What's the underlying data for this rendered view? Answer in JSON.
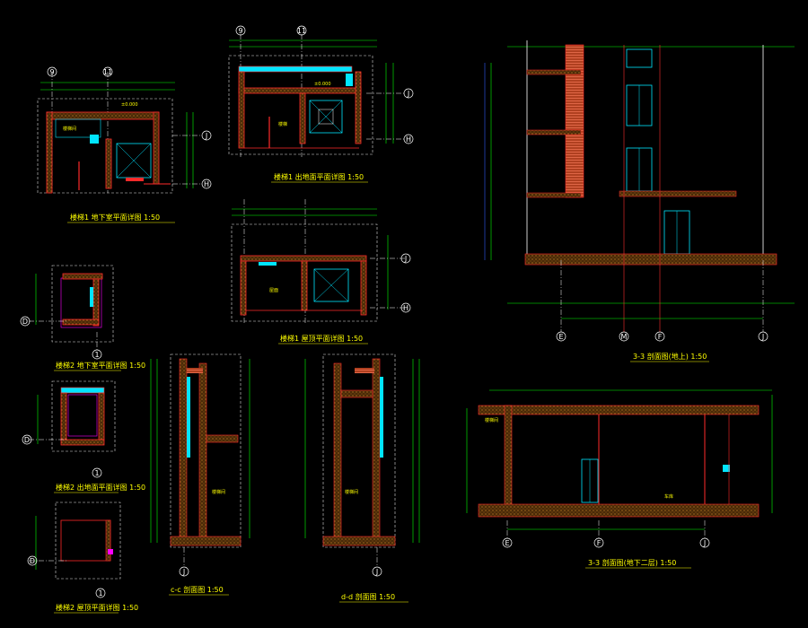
{
  "sheet": {
    "background": "#000000",
    "colors": {
      "wall": "#ff2a2a",
      "hatch": "#c8781e",
      "dimension": "#00ff00",
      "dimension_text": "#ffff00",
      "axis": "#ffffff",
      "window": "#00e5ff",
      "outline": "#ff00ff",
      "boundary": "#dddddd",
      "section_line": "#ff3030",
      "blue_line": "#3060ff"
    }
  },
  "titles": {
    "basement_plan": "楼梯1 地下室平面详图 1:50",
    "exit_plan": "楼梯1 出地面平面详图 1:50",
    "roof_plan": "楼梯1 屋顶平面详图 1:50",
    "stair2_basement": "楼梯2 地下室平面详图 1:50",
    "stair2_exit": "楼梯2 出地面平面详图 1:50",
    "stair2_roof": "楼梯2 屋顶平面详图 1:50",
    "section_c": "c-c 剖面图 1:50",
    "section_d": "d-d 剖面图 1:50",
    "section_3_upper": "3-3 剖面图(地上) 1:50",
    "section_3_lower": "3-3 剖面图(地下二层) 1:50"
  },
  "axes": {
    "g9": "9",
    "g11": "11",
    "gJ": "J",
    "gH": "H",
    "gE": "E",
    "gM": "M",
    "gF": "F",
    "gD": "D",
    "g1": "1"
  }
}
